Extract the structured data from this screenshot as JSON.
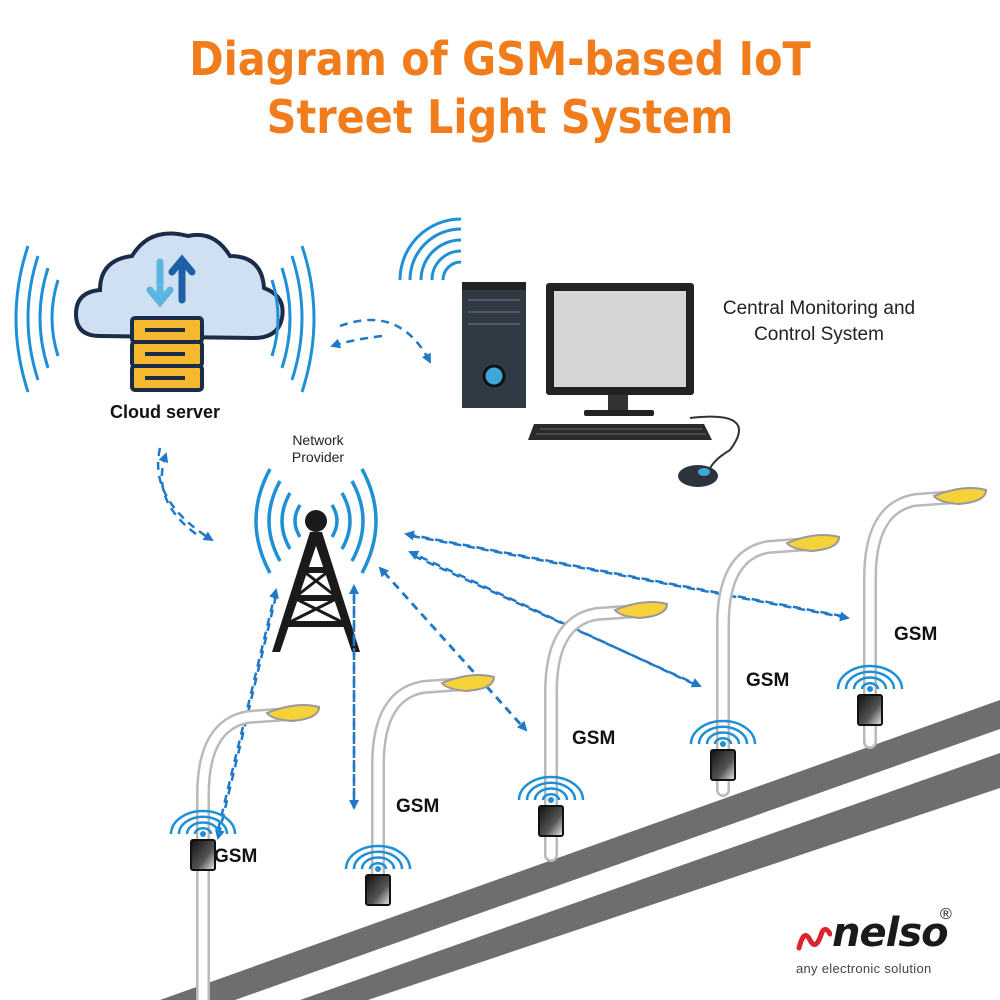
{
  "title": {
    "line1": "Diagram of GSM-based IoT",
    "line2": "Street Light System"
  },
  "labels": {
    "cloud_server": "Cloud server",
    "central_line1": "Central Monitoring and",
    "central_line2": "Control System",
    "network_line1": "Network",
    "network_line2": "Provider",
    "gsm": "GSM"
  },
  "logo": {
    "name": "nelso",
    "registered": "®",
    "tagline": "any electronic solution"
  },
  "colors": {
    "title": "#f07c1c",
    "signal": "#1f8fd6",
    "link": "#1f78c8",
    "lamp": "#f6d23a",
    "road": "#6e6e6e",
    "logo_mark": "#d9262c"
  },
  "icons": [
    "cloud-server-icon",
    "computer-icon",
    "tower-icon",
    "street-light-icon",
    "gsm-module-icon"
  ]
}
